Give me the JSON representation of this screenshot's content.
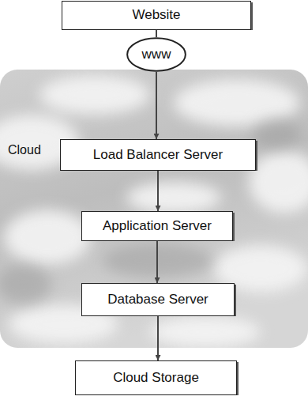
{
  "diagram": {
    "nodes": [
      {
        "text": [
          "Website"
        ]
      },
      {
        "text": [
          "www"
        ]
      },
      {
        "text": [
          "Cloud"
        ]
      },
      {
        "text": [
          "Load Balancer Server"
        ],
        "in": 2
      },
      {
        "text": [
          "Application Server"
        ],
        "in": 2
      },
      {
        "text": [
          "Database Server"
        ],
        "in": 2
      },
      {
        "text": [
          "Cloud Storage"
        ]
      }
    ],
    "edges": [
      {
        "from": 0,
        "to": 1,
        "arrow": "none"
      },
      {
        "from": 1,
        "to": 3,
        "arrow": "to"
      },
      {
        "from": 3,
        "to": 4,
        "arrow": "to"
      },
      {
        "from": 4,
        "to": 5,
        "arrow": "to"
      },
      {
        "from": 5,
        "to": 6,
        "arrow": "to"
      }
    ]
  }
}
